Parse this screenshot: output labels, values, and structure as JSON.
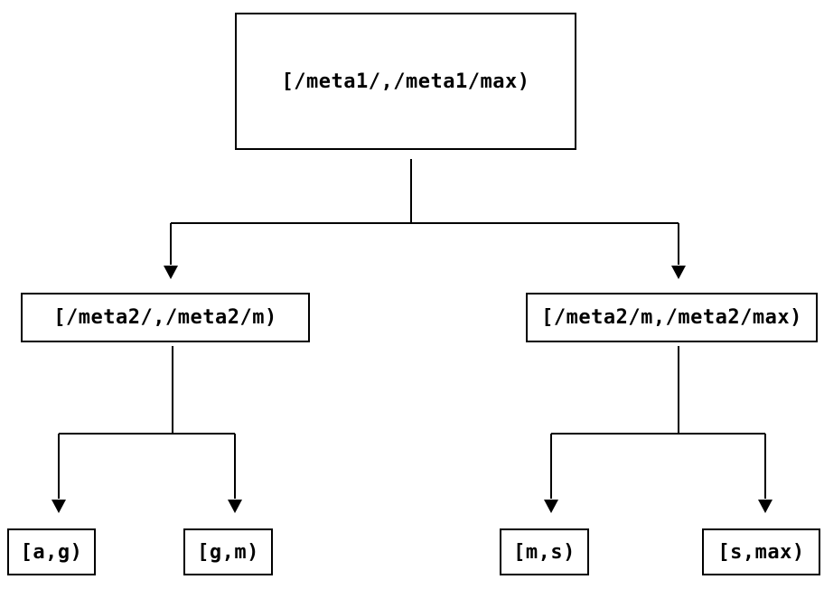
{
  "diagram": {
    "type": "tree",
    "colors": {
      "background": "#ffffff",
      "line": "#000000",
      "text": "#000000",
      "node_fill": "#ffffff"
    },
    "nodes": {
      "root": {
        "label": "[/meta1/,/meta1/max)"
      },
      "left": {
        "label": "[/meta2/,/meta2/m)"
      },
      "right": {
        "label": "[/meta2/m,/meta2/max)"
      },
      "leaf_ag": {
        "label": "[a,g)"
      },
      "leaf_gm": {
        "label": "[g,m)"
      },
      "leaf_ms": {
        "label": "[m,s)"
      },
      "leaf_smax": {
        "label": "[s,max)"
      }
    },
    "edges": [
      {
        "from": "root",
        "to": "left"
      },
      {
        "from": "root",
        "to": "right"
      },
      {
        "from": "left",
        "to": "leaf_ag"
      },
      {
        "from": "left",
        "to": "leaf_gm"
      },
      {
        "from": "right",
        "to": "leaf_ms"
      },
      {
        "from": "right",
        "to": "leaf_smax"
      }
    ]
  }
}
